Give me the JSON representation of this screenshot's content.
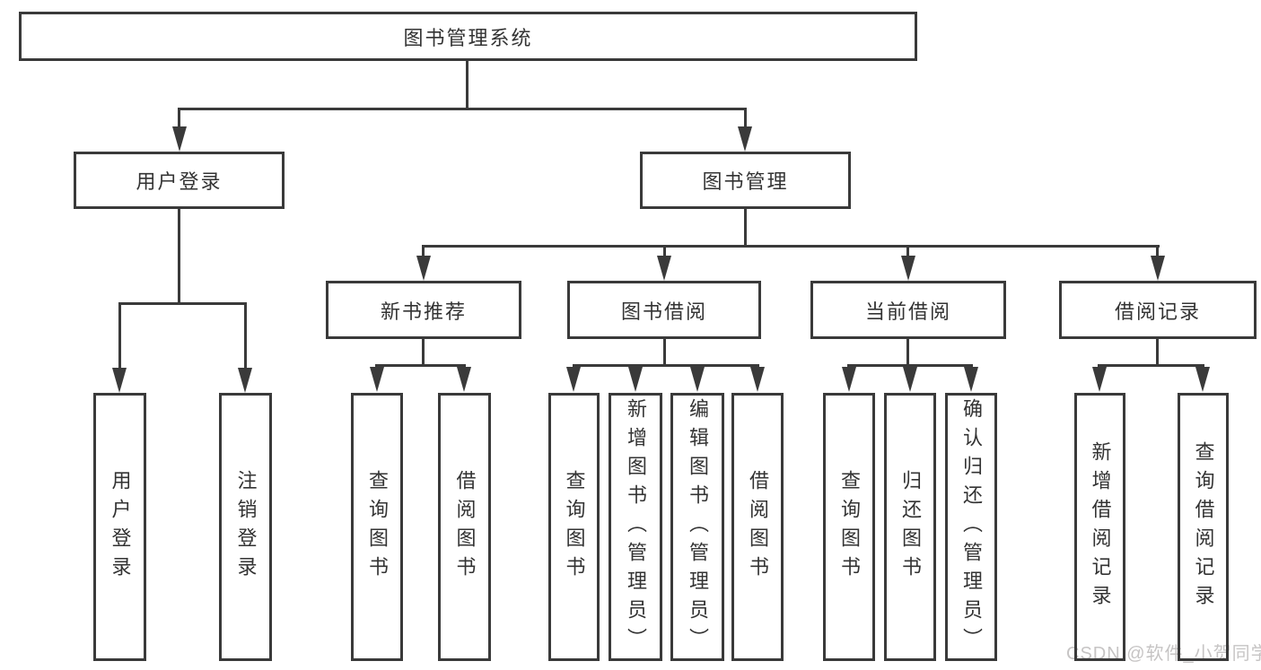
{
  "tree": {
    "root": "图书管理系统",
    "children": [
      {
        "label": "用户登录",
        "children": [
          "用户登录",
          "注销登录"
        ]
      },
      {
        "label": "图书管理",
        "children": [
          {
            "label": "新书推荐",
            "children": [
              "查询图书",
              "借阅图书"
            ]
          },
          {
            "label": "图书借阅",
            "children": [
              "查询图书",
              "新增图书（管理员）",
              "编辑图书（管理员）",
              "借阅图书"
            ]
          },
          {
            "label": "当前借阅",
            "children": [
              "查询图书",
              "归还图书",
              "确认归还（管理员）"
            ]
          },
          {
            "label": "借阅记录",
            "children": [
              "新增借阅记录",
              "查询借阅记录"
            ]
          }
        ]
      }
    ]
  },
  "watermark": "CSDN @软件_小贺同学",
  "colors": {
    "line": "#3a3a3a",
    "text": "#333333",
    "watermark": "#c6c4c4",
    "background": "#ffffff"
  }
}
